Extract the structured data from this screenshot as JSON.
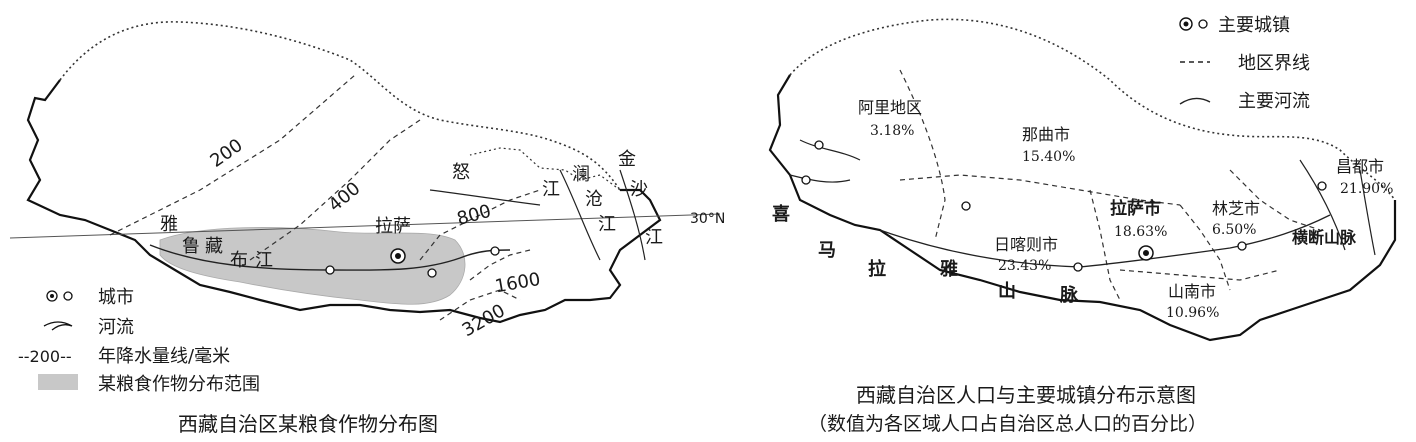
{
  "left_map": {
    "title": "西藏自治区某粮食作物分布图",
    "river_name_chars": [
      "雅",
      "鲁",
      "藏",
      "布",
      "江"
    ],
    "city_name": "拉萨",
    "latitude_label": "30°N",
    "isohyets": [
      "200",
      "400",
      "800",
      "1600",
      "3200"
    ],
    "river_labels": {
      "nu": [
        "怒"
      ],
      "lancang": [
        "澜",
        "沧",
        "江"
      ],
      "jinsha": [
        "金",
        "沙",
        "江"
      ],
      "nu_jiang_char": "江"
    },
    "legend": {
      "city": "城市",
      "river": "河流",
      "isohyet_sample": "--200--",
      "isohyet": "年降水量线/毫米",
      "crop": "某粮食作物分布范围"
    }
  },
  "right_map": {
    "title": "西藏自治区人口与主要城镇分布示意图",
    "subtitle": "（数值为各区域人口占自治区总人口的百分比）",
    "legend": {
      "town": "主要城镇",
      "boundary": "地区界线",
      "river": "主要河流"
    },
    "regions": [
      {
        "name": "阿里地区",
        "pct": "3.18%"
      },
      {
        "name": "那曲市",
        "pct": "15.40%"
      },
      {
        "name": "昌都市",
        "pct": "21.90%"
      },
      {
        "name": "拉萨市",
        "pct": "18.63%"
      },
      {
        "name": "林芝市",
        "pct": "6.50%"
      },
      {
        "name": "日喀则市",
        "pct": "23.43%"
      },
      {
        "name": "山南市",
        "pct": "10.96%"
      }
    ],
    "himalaya_chars": [
      "喜",
      "马",
      "拉",
      "雅",
      "山",
      "脉"
    ],
    "hengduan": "横断山脉"
  }
}
